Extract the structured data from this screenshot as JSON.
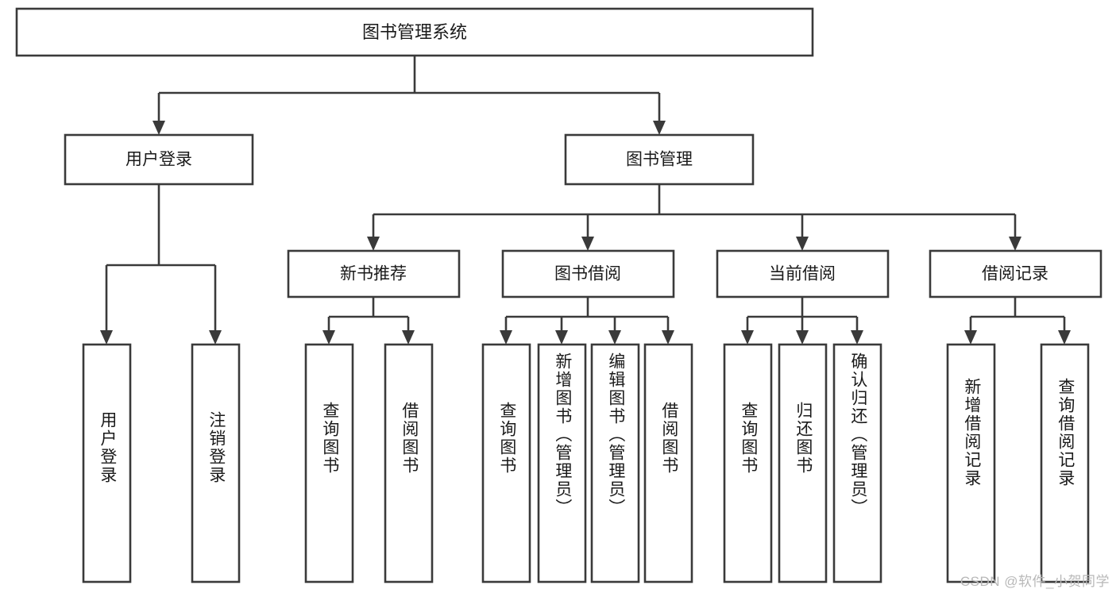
{
  "diagram": {
    "type": "tree-hierarchy",
    "title": "图书管理系统",
    "watermark": "CSDN @软件_小贺同学",
    "colors": {
      "stroke": "#3a3a3a",
      "fill": "#ffffff",
      "text": "#1a1a1a",
      "watermark": "#b8b8b8",
      "background": "#ffffff"
    },
    "levels": {
      "root": {
        "label": "图书管理系统"
      },
      "level2": [
        {
          "label": "用户登录"
        },
        {
          "label": "图书管理"
        }
      ],
      "level3": [
        {
          "label": "新书推荐"
        },
        {
          "label": "图书借阅"
        },
        {
          "label": "当前借阅"
        },
        {
          "label": "借阅记录"
        }
      ],
      "leaves": [
        {
          "label": "用户登录",
          "parent": "用户登录"
        },
        {
          "label": "注销登录",
          "parent": "用户登录"
        },
        {
          "label": "查询图书",
          "parent": "新书推荐"
        },
        {
          "label": "借阅图书",
          "parent": "新书推荐"
        },
        {
          "label": "查询图书",
          "parent": "图书借阅"
        },
        {
          "label": "新增图书（管理员）",
          "parent": "图书借阅"
        },
        {
          "label": "编辑图书（管理员）",
          "parent": "图书借阅"
        },
        {
          "label": "借阅图书",
          "parent": "图书借阅"
        },
        {
          "label": "查询图书",
          "parent": "当前借阅"
        },
        {
          "label": "归还图书",
          "parent": "当前借阅"
        },
        {
          "label": "确认归还（管理员）",
          "parent": "当前借阅"
        },
        {
          "label": "新增借阅记录",
          "parent": "借阅记录"
        },
        {
          "label": "查询借阅记录",
          "parent": "借阅记录"
        }
      ]
    }
  }
}
